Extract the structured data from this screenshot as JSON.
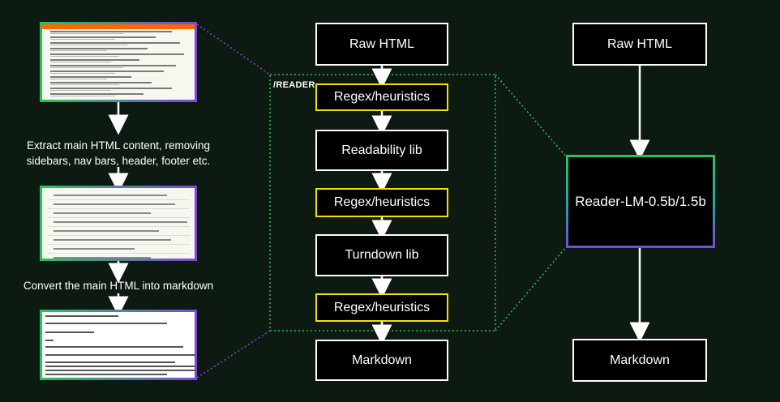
{
  "left": {
    "caption_extract": "Extract main HTML content, removing sidebars, nav bars, header, footer etc.",
    "caption_convert": "Convert the main HTML into markdown"
  },
  "middle": {
    "group_label": "/READER",
    "nodes": [
      "Raw HTML",
      "Regex/heuristics",
      "Readability lib",
      "Regex/heuristics",
      "Turndown lib",
      "Regex/heuristics",
      "Markdown"
    ]
  },
  "right": {
    "nodes": [
      "Raw HTML",
      "Reader-LM-0.5b/1.5b",
      "Markdown"
    ]
  },
  "colors": {
    "background": "#0d1a12",
    "box_border": "#ffffff",
    "highlight_border": "#f2e200",
    "dotted_green": "#27c45a",
    "dotted_purple": "#7a4ad6"
  }
}
